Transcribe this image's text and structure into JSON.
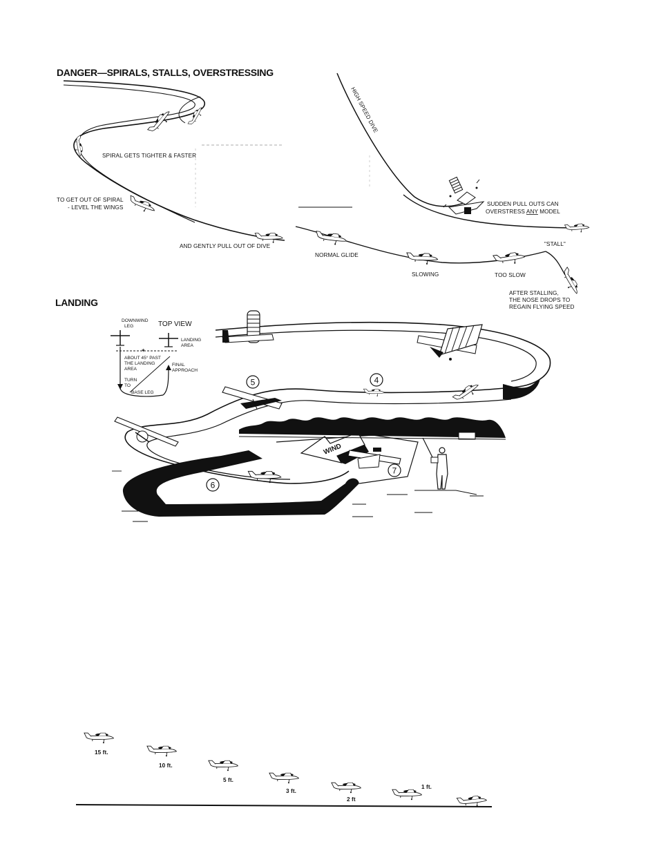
{
  "danger": {
    "title": "DANGER—SPIRALS, STALLS, OVERSTRESSING",
    "spiral_tighter": "SPIRAL GETS TIGHTER & FASTER",
    "get_out_1": "TO GET OUT OF SPIRAL",
    "get_out_2": "- LEVEL THE WINGS",
    "gently_pull": "AND GENTLY PULL OUT OF DIVE",
    "high_speed_dive": "HIGH SPEED DIVE",
    "sudden_1": "SUDDEN PULL OUTS CAN",
    "sudden_2a": "OVERSTRESS ",
    "sudden_2b": "ANY",
    "sudden_2c": " MODEL",
    "normal_glide": "NORMAL GLIDE",
    "slowing": "SLOWING",
    "too_slow": "TOO SLOW",
    "stall": "\"STALL\"",
    "after_1": "AFTER STALLING,",
    "after_2": "THE NOSE DROPS TO",
    "after_3": "REGAIN FLYING SPEED"
  },
  "landing": {
    "title": "LANDING",
    "top_view": "TOP VIEW",
    "downwind_1": "DOWNWIND",
    "downwind_2": "LEG",
    "landing_area_1": "LANDING",
    "landing_area_2": "AREA",
    "about_1": "ABOUT 45° PAST",
    "about_2": "THE LANDING",
    "about_3": "AREA",
    "final_1": "FINAL",
    "final_2": "APPROACH",
    "turn_1": "TURN",
    "turn_2": "TO",
    "base_leg": "BASE LEG",
    "wind": "WIND",
    "markers": [
      "5",
      "4",
      "6",
      "7"
    ]
  },
  "approach": {
    "heights": [
      "15 ft.",
      "10 ft.",
      "5 ft.",
      "3 ft.",
      "2 ft",
      "1 ft."
    ]
  }
}
